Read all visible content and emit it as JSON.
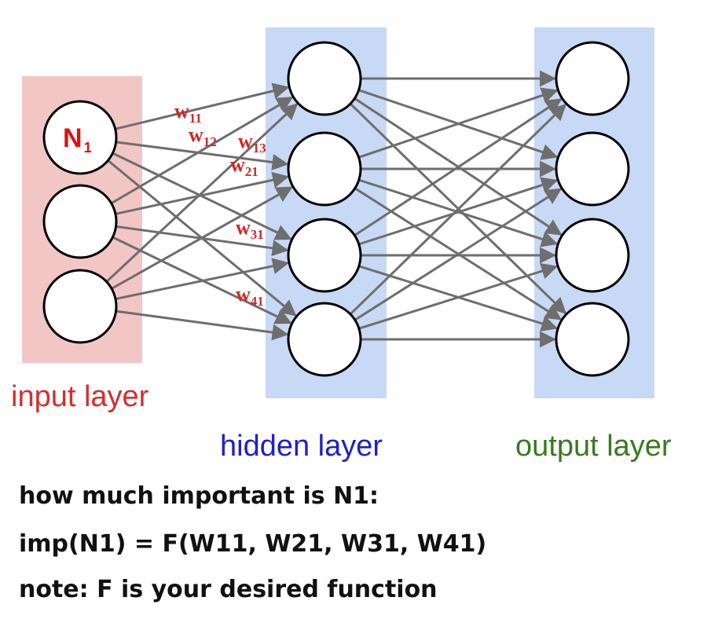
{
  "diagram": {
    "layers": {
      "input": {
        "label": "input layer",
        "node_count": 3,
        "label_color": "#d03030",
        "band_color": "#f3c6c6"
      },
      "hidden": {
        "label": "hidden layer",
        "node_count": 4,
        "label_color": "#1f1fc8",
        "band_color": "#c8d9f5"
      },
      "output": {
        "label": "output layer",
        "node_count": 4,
        "label_color": "#3a7a20",
        "band_color": "#c8d9f5"
      }
    },
    "highlighted_node": {
      "letter": "N",
      "subscript": "1",
      "color": "#e01010"
    },
    "weights": [
      {
        "letter": "W",
        "sub": "11"
      },
      {
        "letter": "W",
        "sub": "12"
      },
      {
        "letter": "W",
        "sub": "13"
      },
      {
        "letter": "W",
        "sub": "21"
      },
      {
        "letter": "W",
        "sub": "31"
      },
      {
        "letter": "W",
        "sub": "41"
      }
    ],
    "edge_color": "#6e6e6e",
    "node_fill": "#ffffff",
    "node_stroke": "#000000",
    "weight_color": "#cc2a2a"
  },
  "notes": {
    "line1": "how much important is N1:",
    "line2": "imp(N1) = F(W11, W21, W31, W41)",
    "line3": "note: F is your desired function"
  }
}
